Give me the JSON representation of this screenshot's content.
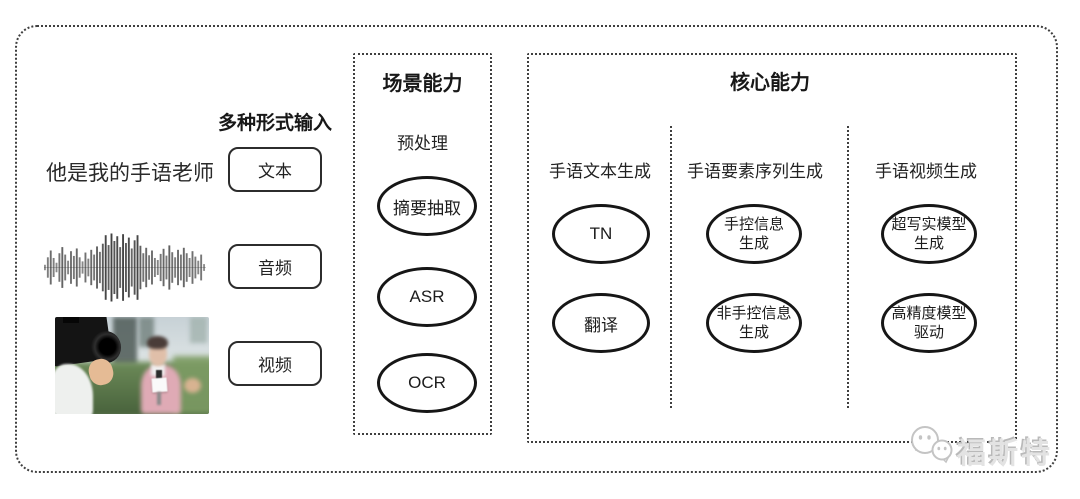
{
  "colors": {
    "background": "#ffffff",
    "dashed_border": "#3f3f3f",
    "node_stroke": "#161616",
    "text": "#1f1f1f",
    "watermark_gray": "#c4c4c4",
    "photo_jacket_pink": "#dfaab5",
    "photo_hedge_green": "#5c7b4e"
  },
  "input_section": {
    "heading": "多种形式输入",
    "sample_text": "他是我的手语老师",
    "items": [
      {
        "label": "文本"
      },
      {
        "label": "音频"
      },
      {
        "label": "视频"
      }
    ],
    "waveform_bars": [
      0.08,
      0.3,
      0.5,
      0.28,
      0.14,
      0.42,
      0.6,
      0.38,
      0.2,
      0.48,
      0.34,
      0.56,
      0.3,
      0.18,
      0.44,
      0.26,
      0.52,
      0.38,
      0.62,
      0.46,
      0.7,
      0.95,
      0.66,
      1.0,
      0.78,
      0.92,
      0.6,
      0.98,
      0.72,
      0.88,
      0.56,
      0.8,
      0.95,
      0.64,
      0.42,
      0.58,
      0.36,
      0.5,
      0.28,
      0.22,
      0.4,
      0.55,
      0.35,
      0.65,
      0.45,
      0.3,
      0.52,
      0.38,
      0.58,
      0.42,
      0.28,
      0.48,
      0.32,
      0.2,
      0.38,
      0.1
    ]
  },
  "scene_box": {
    "title": "场景能力",
    "subtitle": "预处理",
    "nodes": [
      {
        "label": "摘要抽取"
      },
      {
        "label": "ASR"
      },
      {
        "label": "OCR"
      }
    ]
  },
  "core_box": {
    "title": "核心能力",
    "columns": [
      {
        "label": "手语文本生成",
        "nodes": [
          {
            "label": "TN"
          },
          {
            "label": "翻译"
          }
        ]
      },
      {
        "label": "手语要素序列生成",
        "nodes": [
          {
            "label": "手控信息\n生成"
          },
          {
            "label": "非手控信息\n生成"
          }
        ]
      },
      {
        "label": "手语视频生成",
        "nodes": [
          {
            "label": "超写实模型\n生成"
          },
          {
            "label": "高精度模型\n驱动"
          }
        ]
      }
    ]
  },
  "watermark": {
    "icon": "wechat-chat-bubbles-icon",
    "text": "福斯特"
  }
}
